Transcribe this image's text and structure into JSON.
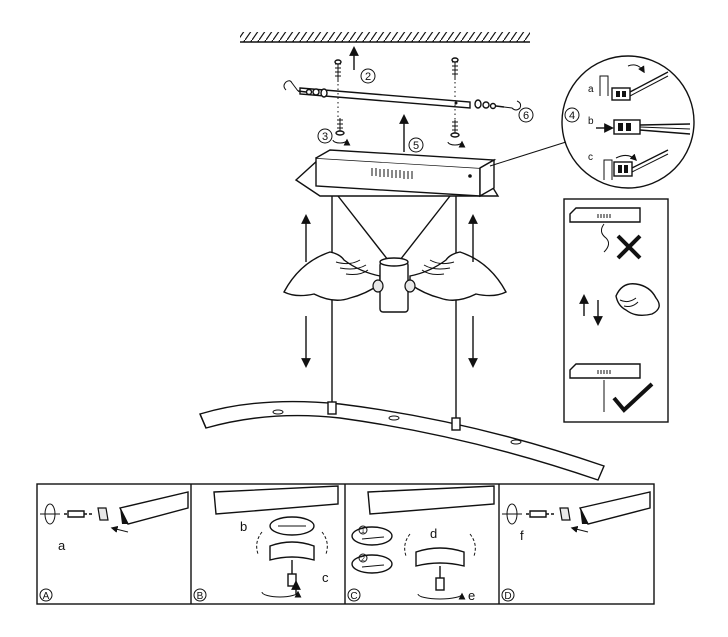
{
  "main": {
    "step_numbers": [
      "2",
      "3",
      "4",
      "5",
      "6"
    ],
    "inset_letters": [
      "a",
      "b",
      "c"
    ]
  },
  "panels": [
    {
      "marker": "A",
      "letters": [
        "a"
      ]
    },
    {
      "marker": "B",
      "letters": [
        "b",
        "c"
      ]
    },
    {
      "marker": "C",
      "letters": [
        "d",
        "e"
      ],
      "sub_steps": [
        "1",
        "2"
      ]
    },
    {
      "marker": "D",
      "letters": [
        "f"
      ]
    }
  ],
  "check": {
    "wrong_icon": "cross-icon",
    "right_icon": "check-icon"
  }
}
